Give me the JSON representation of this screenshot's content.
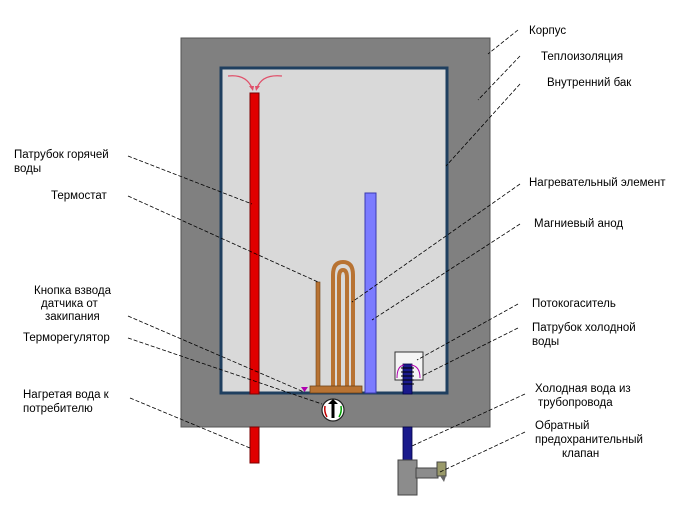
{
  "labels": {
    "housing": "Корпус",
    "insulation": "Теплоизоляция",
    "inner_tank": "Внутренний бак",
    "hot_pipe_line1": "Патрубок горячей",
    "hot_pipe_line2": "воды",
    "thermostat": "Термостат",
    "heating_element": "Нагревательный элемент",
    "anode": "Магниевый анод",
    "reset_button_line1": "Кнопка взвода",
    "reset_button_line2": "датчика от",
    "reset_button_line3": "закипания",
    "thermoregulator": "Терморегулятор",
    "heated_water_line1": "Нагретая вода к",
    "heated_water_line2": "потребителю",
    "flow_damper": "Потокогаситель",
    "cold_pipe_line1": "Патрубок холодной",
    "cold_pipe_line2": "воды",
    "cold_supply_line1": "Холодная вода из",
    "cold_supply_line2": "трубопровода",
    "check_valve_line1": "Обратный",
    "check_valve_line2": "предохранительный",
    "check_valve_line3": "клапан"
  },
  "colors": {
    "housing": "#808080",
    "tank": "#d9d9d9",
    "tank_border": "#1f3f5f",
    "hot_pipe": "#e00000",
    "cold_pipe": "#1a1a8c",
    "heater": "#b87333",
    "anode": "#7b7bff",
    "arrow": "#e0506a"
  }
}
